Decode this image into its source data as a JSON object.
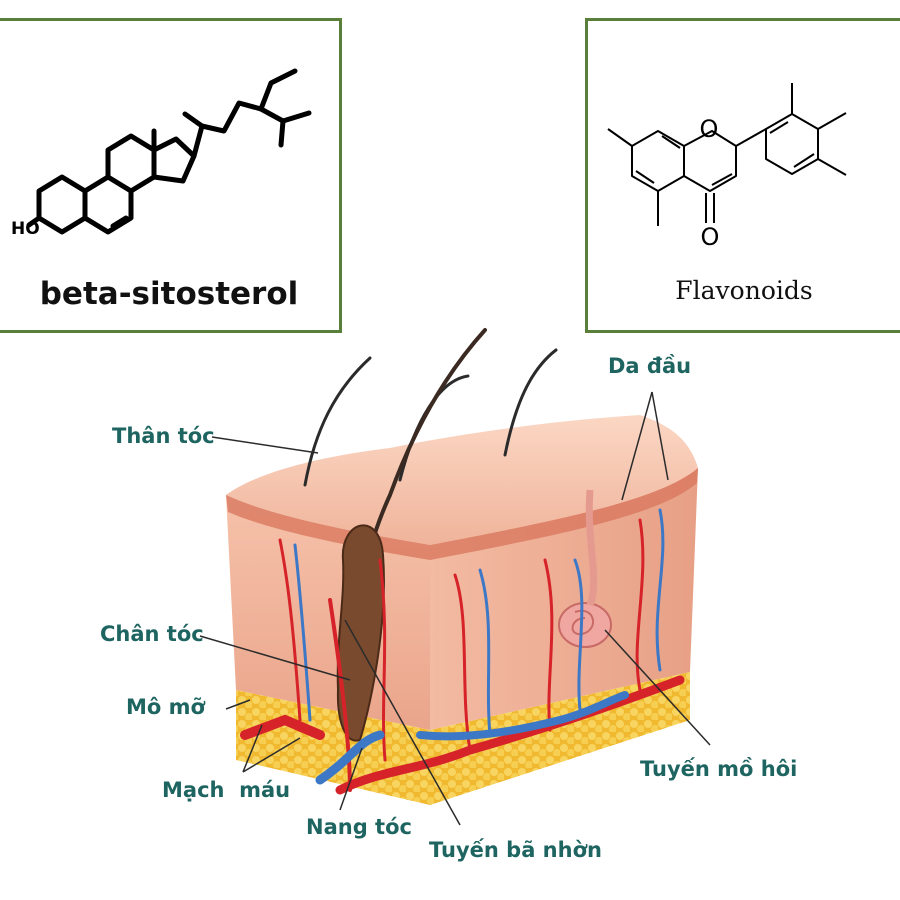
{
  "molecules": {
    "left_caption": "beta-sitosterol",
    "left_group_label": "HO",
    "right_caption": "Flavonoids",
    "right_oxygen_ring": "O",
    "right_oxygen_carbonyl": "O"
  },
  "diagram_labels": {
    "hair_shaft": "Thân tóc",
    "scalp": "Da đầu",
    "hair_root": "Chân tóc",
    "fat_tissue": "Mô mỡ",
    "blood_vessel": "Mạch  máu",
    "hair_follicle": "Nang tóc",
    "sebaceous_gland": "Tuyến bã nhờn",
    "sweat_gland": "Tuyến mồ hôi"
  },
  "colors": {
    "frame_green": "#5a7f3a",
    "label_teal": "#1e6460",
    "skin": "#f2b79c",
    "fat": "#f2c23a",
    "artery": "#d6232a",
    "vein": "#3d78c6"
  }
}
